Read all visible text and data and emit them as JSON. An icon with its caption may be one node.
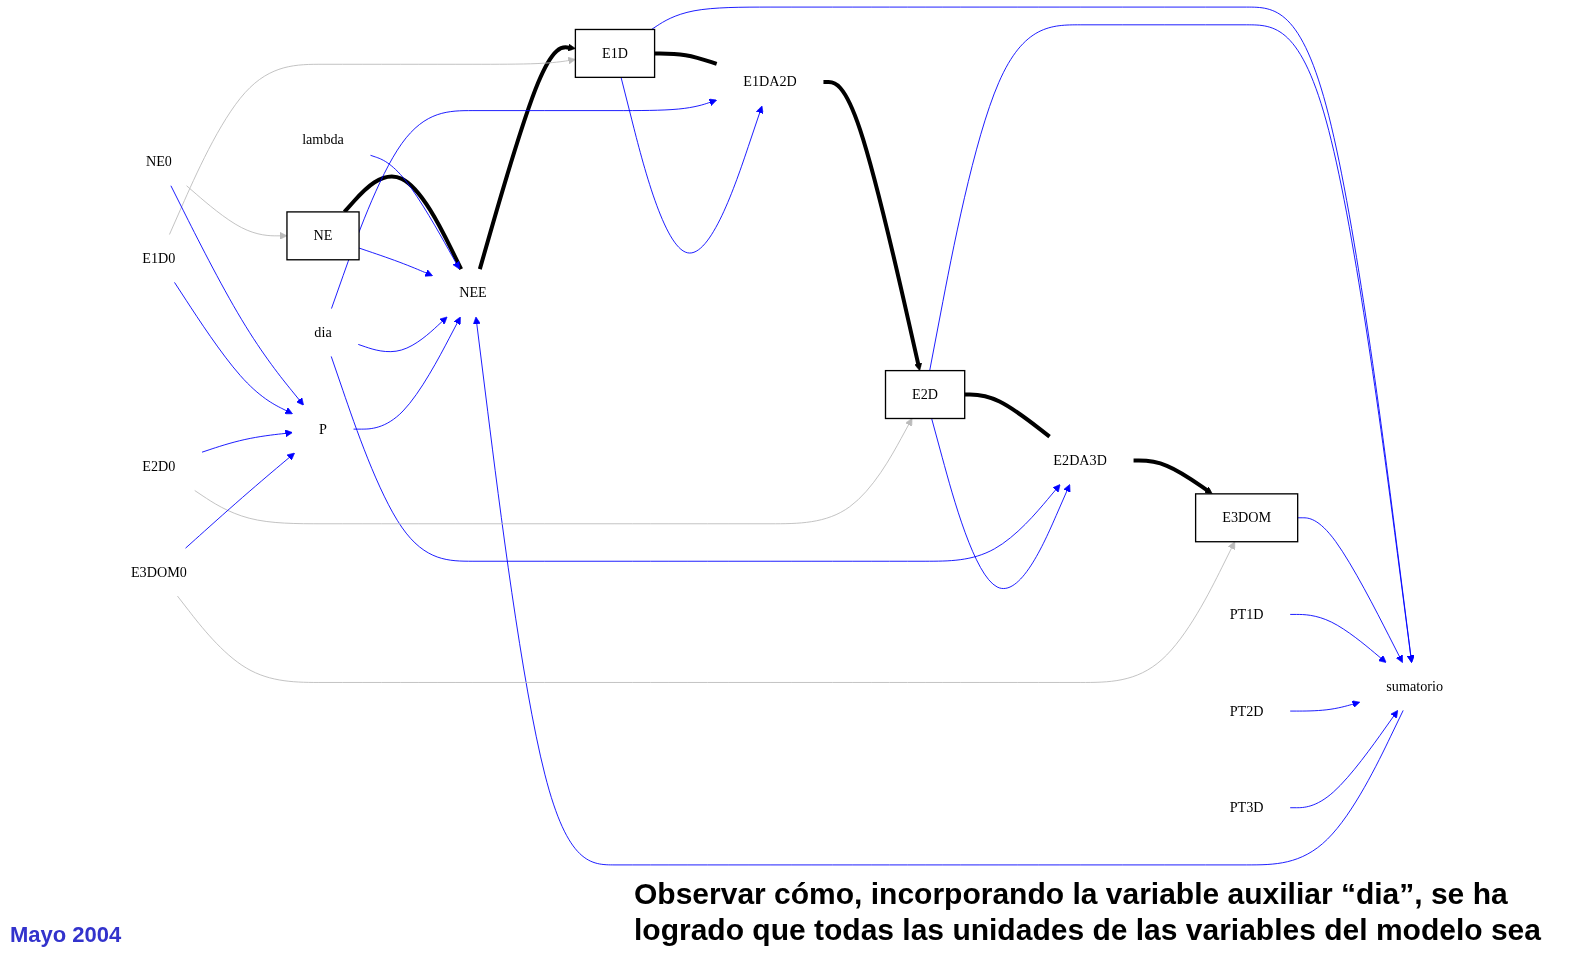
{
  "diagram": {
    "caption": "Observar cómo, incorporando la variable auxiliar “dia”, se ha logrado que todas las unidades de las variables del modelo sea",
    "nodes": [
      {
        "text": [
          "lambda"
        ]
      },
      {
        "text": [
          "dia"
        ]
      },
      {
        "text": [
          "NE"
        ]
      },
      {
        "text": [
          "NEE"
        ]
      },
      {
        "text": [
          "PT1D"
        ]
      },
      {
        "text": [
          "PT2D"
        ]
      },
      {
        "text": [
          "PT3D"
        ]
      },
      {
        "text": [
          "NE0"
        ]
      },
      {
        "text": [
          "E1D"
        ]
      },
      {
        "text": [
          "E1DA2D"
        ]
      },
      {
        "text": [
          "sumatorio"
        ]
      },
      {
        "text": [
          "E1D0"
        ]
      },
      {
        "text": [
          "E2D"
        ]
      },
      {
        "text": [
          "E2DA3D"
        ]
      },
      {
        "text": [
          "E2D0"
        ]
      },
      {
        "text": [
          "E3DOM"
        ]
      },
      {
        "text": [
          "E3DOM0"
        ]
      },
      {
        "text": [
          "P"
        ]
      }
    ],
    "edges": [
      {
        "from": 2,
        "to": 3,
        "arrow": "none",
        "style": "thick",
        "color": "#000000"
      },
      {
        "from": 3,
        "to": 8,
        "arrow": "to",
        "style": "thick",
        "color": "#000000"
      },
      {
        "from": 8,
        "to": 9,
        "arrow": "none",
        "style": "thick",
        "color": "#000000"
      },
      {
        "from": 9,
        "to": 12,
        "arrow": "to",
        "style": "thick",
        "color": "#000000"
      },
      {
        "from": 12,
        "to": 13,
        "arrow": "none",
        "style": "thick",
        "color": "#000000"
      },
      {
        "from": 13,
        "to": 15,
        "arrow": "to",
        "style": "thick",
        "color": "#000000"
      },
      {
        "from": 0,
        "to": 3,
        "arrow": "to"
      },
      {
        "from": 2,
        "to": 3,
        "arrow": "to"
      },
      {
        "from": 1,
        "to": 3,
        "arrow": "to"
      },
      {
        "from": 10,
        "to": 3,
        "arrow": "to"
      },
      {
        "from": 17,
        "to": 3,
        "arrow": "to"
      },
      {
        "from": 1,
        "to": 9,
        "arrow": "to"
      },
      {
        "from": 8,
        "to": 9,
        "arrow": "to"
      },
      {
        "from": 1,
        "to": 13,
        "arrow": "to"
      },
      {
        "from": 12,
        "to": 13,
        "arrow": "to"
      },
      {
        "from": 8,
        "to": 10,
        "arrow": "to"
      },
      {
        "from": 12,
        "to": 10,
        "arrow": "to"
      },
      {
        "from": 15,
        "to": 10,
        "arrow": "to"
      },
      {
        "from": 4,
        "to": 10,
        "arrow": "to"
      },
      {
        "from": 5,
        "to": 10,
        "arrow": "to"
      },
      {
        "from": 6,
        "to": 10,
        "arrow": "to"
      },
      {
        "from": 7,
        "to": 2,
        "arrow": "to",
        "color": "#bbbbbb"
      },
      {
        "from": 11,
        "to": 8,
        "arrow": "to",
        "color": "#bbbbbb"
      },
      {
        "from": 14,
        "to": 12,
        "arrow": "to",
        "color": "#bbbbbb"
      },
      {
        "from": 16,
        "to": 15,
        "arrow": "to",
        "color": "#bbbbbb"
      },
      {
        "from": 7,
        "to": 17,
        "arrow": "to"
      },
      {
        "from": 11,
        "to": 17,
        "arrow": "to"
      },
      {
        "from": 14,
        "to": 17,
        "arrow": "to"
      },
      {
        "from": 16,
        "to": 17,
        "arrow": "to"
      }
    ],
    "labels": [
      "Mayo 2004"
    ]
  }
}
